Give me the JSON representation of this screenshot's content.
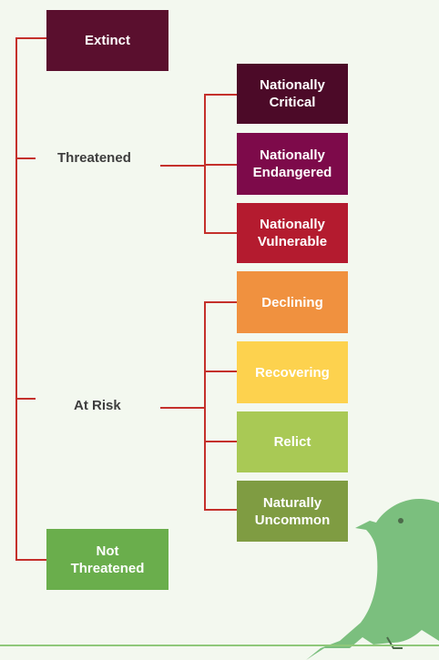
{
  "categories": {
    "extinct": {
      "label": "Extinct",
      "color": "#5a0f2e"
    },
    "threatened": {
      "label": "Threatened",
      "items": [
        {
          "label": "Nationally\nCritical",
          "color": "#4c0a28"
        },
        {
          "label": "Nationally\nEndangered",
          "color": "#7d0a4a"
        },
        {
          "label": "Nationally\nVulnerable",
          "color": "#b41b2f"
        }
      ]
    },
    "at_risk": {
      "label": "At Risk",
      "items": [
        {
          "label": "Declining",
          "color": "#f0913f"
        },
        {
          "label": "Recovering",
          "color": "#fdd24e"
        },
        {
          "label": "Relict",
          "color": "#a9c955"
        },
        {
          "label": "Naturally\nUncommon",
          "color": "#7f9c42"
        }
      ]
    },
    "not_threatened": {
      "label": "Not\nThreatened",
      "color": "#6aae4c"
    }
  },
  "colors": {
    "connector": "#c4302b",
    "background": "#f3f8ef",
    "bird": "#7bbf7e",
    "label_text": "#3d3d3d"
  }
}
